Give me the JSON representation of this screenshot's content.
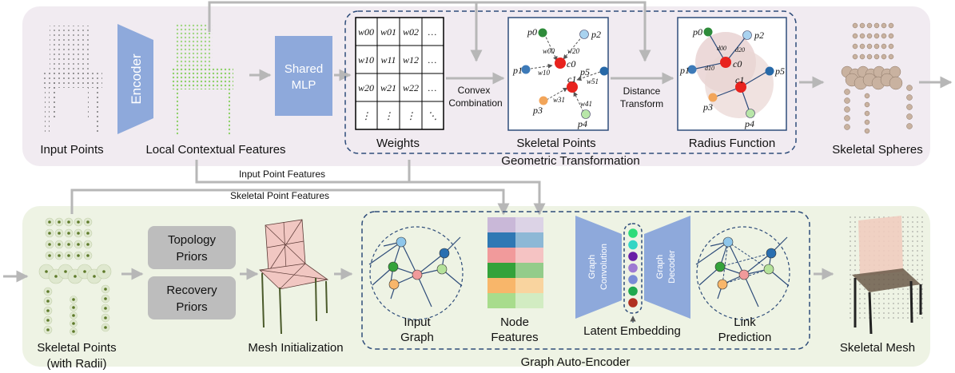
{
  "top_row": {
    "input_points": "Input Points",
    "encoder": "Encoder",
    "local_features": "Local Contextual Features",
    "shared_mlp_line1": "Shared",
    "shared_mlp_line2": "MLP",
    "weights": "Weights",
    "convex_line1": "Convex",
    "convex_line2": "Combination",
    "skeletal_points": "Skeletal Points",
    "distance_line1": "Distance",
    "distance_line2": "Transform",
    "radius_function": "Radius Function",
    "skeletal_spheres": "Skeletal Spheres",
    "geometric_transformation": "Geometric Transformation"
  },
  "weights_matrix": {
    "rows": [
      [
        "w00",
        "w01",
        "w02",
        "…"
      ],
      [
        "w10",
        "w11",
        "w12",
        "…"
      ],
      [
        "w20",
        "w21",
        "w22",
        "…"
      ],
      [
        "⋮",
        "⋮",
        "⋮",
        "⋱"
      ]
    ]
  },
  "skeletal_diagram": {
    "p0": "p0",
    "p1": "p1",
    "p2": "p2",
    "p3": "p3",
    "p4": "p4",
    "p5": "p5",
    "c0": "c0",
    "c1": "c1",
    "w00": "w00",
    "w20": "w20",
    "w10": "w10",
    "w51": "w51",
    "w31": "w31",
    "w41": "w41"
  },
  "radius_diagram": {
    "d00": "d00",
    "d20": "d20",
    "d10": "d10"
  },
  "feature_flows": {
    "input_point_features": "Input Point Features",
    "skeletal_point_features": "Skeletal Point Features"
  },
  "bottom_row": {
    "skeletal_points_line1": "Skeletal Points",
    "skeletal_points_line2": "(with Radii)",
    "topology_line1": "Topology",
    "topology_line2": "Priors",
    "recovery_line1": "Recovery",
    "recovery_line2": "Priors",
    "mesh_initialization": "Mesh Initialization",
    "input_graph_line1": "Input",
    "input_graph_line2": "Graph",
    "node_features_line1": "Node",
    "node_features_line2": "Features",
    "graph_conv_line1": "Graph",
    "graph_conv_line2": "Convolution",
    "graph_decoder_line1": "Graph",
    "graph_decoder_line2": "Decoder",
    "latent_embedding": "Latent Embedding",
    "link_line1": "Link",
    "link_line2": "Prediction",
    "graph_auto_encoder": "Graph Auto-Encoder",
    "skeletal_mesh": "Skeletal Mesh"
  },
  "node_feature_colors": [
    [
      "#c9b8d8",
      "#dcd3e6"
    ],
    [
      "#2f78b4",
      "#8db8d6"
    ],
    [
      "#f19a9b",
      "#f5c3c3"
    ],
    [
      "#34a23a",
      "#93cc8a"
    ],
    [
      "#f8b66a",
      "#f9d49f"
    ],
    [
      "#a8dc8c",
      "#d2ecc2"
    ]
  ],
  "latent_colors": [
    "#2edc7a",
    "#33d6c4",
    "#6a1fa6",
    "#9e7ad2",
    "#7a8cd6",
    "#20a94e",
    "#b03020"
  ],
  "colors": {
    "top_panel": "#f1ebf1",
    "bottom_panel": "#eef3e4",
    "block_blue": "#8ea9db",
    "prior_gray": "#bdbdbd",
    "arrow_gray": "#b7b7b7",
    "dashed_border": "#2f4d7a"
  }
}
